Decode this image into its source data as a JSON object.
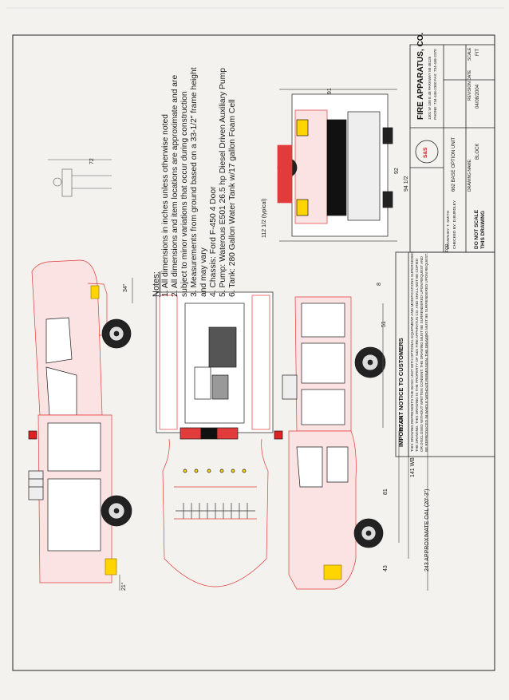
{
  "notes": {
    "title": "Notes:",
    "items": [
      "1. All dimensions in inches unless otherwise noted",
      "2. All dimensions and item locations are approximate and are",
      "subject to minor variations that occur during construction",
      "3. Measurements from ground based on a 33-1/2\" frame height",
      "and may vary",
      "4. Chassis: Ford F-450 4 Door",
      "5. Pump: Waterous E501 26.5 hp Diesel Driven Auxiliary Pump",
      "6. Tank:  280 Gallon Water Tank w/17 gallon Foam Cell"
    ]
  },
  "dimensions": {
    "rear_height": "91",
    "total_width": "92",
    "width_94": "94 1/2",
    "rear_112": "112 1/2 (typical)",
    "person_height": "72",
    "angle_34": "34°",
    "angle_21": "21°",
    "overhang_43": "43",
    "wb_81": "81",
    "comp_51": "51",
    "comp_8": "8",
    "ca": "60 CA",
    "wb": "141 WB",
    "oal": "243 APPROXIMATE OAL (20'-3\")"
  },
  "title_block": {
    "company": "FIRE APPARATUS, CO.",
    "address": "1301 W 100 E 48 PARKWAY MI 48226",
    "phone": "PHONE: 734-446-2300  FAX: 734-446-2370",
    "logo_text": "S&S",
    "title": "662 BASE OPTION UNIT",
    "drawing_name_label": "DRAWING NAME:",
    "drawing_name": "BLOCK",
    "revision_label": "REVISION DATE",
    "revision_date": "04/08/2004",
    "scale_label": "SCALE",
    "scale": "FIT",
    "for_label": "FOR",
    "drawn_by": "DRAWN BY: T. SMITH",
    "checked_by": "CHECKED BY: D.BURDLEY",
    "disclaimer1": "DO NOT SCALE",
    "disclaimer2": "THIS DRAWING"
  },
  "notice": {
    "title": "IMPORTANT NOTICE TO CUSTOMERS",
    "lines": [
      "THIS DRAWING REPRESENTS THE BASIC UNIT WITH OPTIONAL EQUIPMENT AND MODIFICATIONS SUPERSEDED",
      "THE DRAWING. THIS DRAWING IS THE PROPERTY OF S&S FIRE APPARATUS CO. AND SHALL NOT BE COPIED",
      "OR DISCLOSED WITHOUT WRITTEN CONSENT. THE DRAWING MUST BE SURRENDERED UPON REQUEST AND",
      "BE REPRODUCED IN WHOLE WITHOUT PERMISSION. THE DRAWING MUST BE SURRENDERED UPON REQUEST."
    ]
  },
  "colors": {
    "body_line": "#e23b3b",
    "body_fill": "#fbe3e3",
    "ink": "#1b1b1b",
    "paper": "#f3f2ee"
  }
}
